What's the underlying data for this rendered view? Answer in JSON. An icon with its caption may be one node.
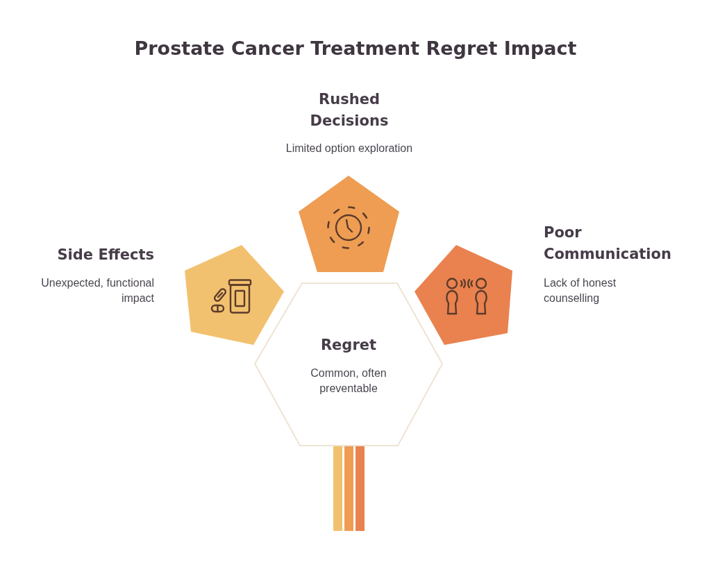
{
  "diagram": {
    "title": "Prostate Cancer Treatment Regret Impact",
    "nodes": [
      {
        "text": [
          "Rushed Decisions",
          "Limited option exploration"
        ]
      },
      {
        "text": [
          "Side Effects",
          "Unexpected, functional impact"
        ]
      },
      {
        "text": [
          "Poor Communication",
          "Lack of honest counselling"
        ]
      },
      {
        "text": [
          "Regret",
          "Common, often preventable"
        ]
      }
    ]
  }
}
